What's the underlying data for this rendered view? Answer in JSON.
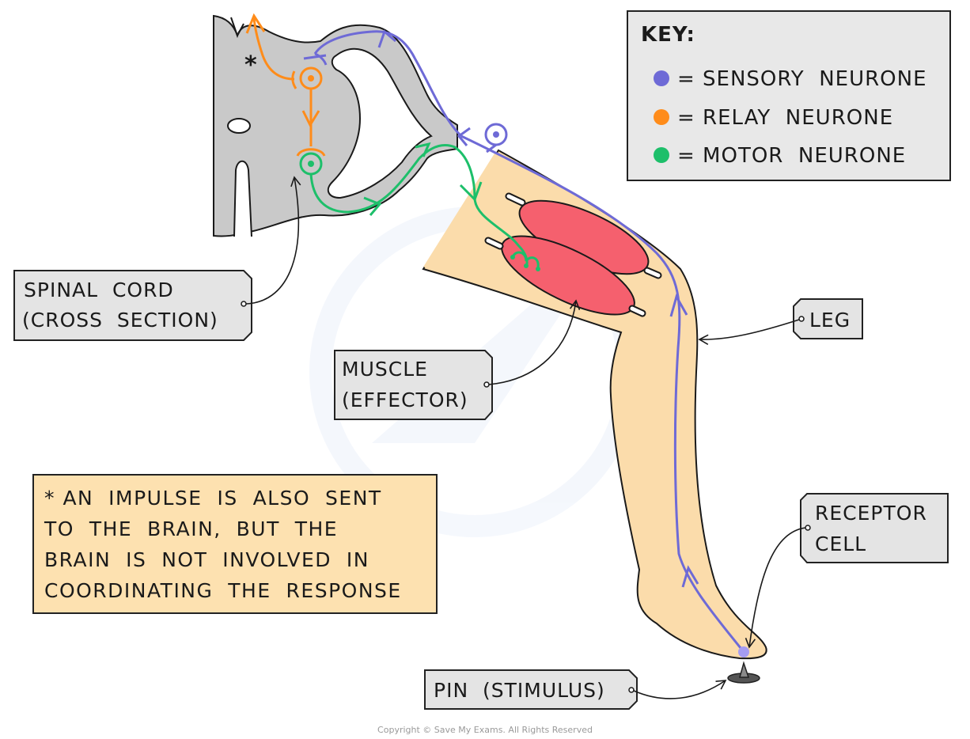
{
  "title": "Reflex arc diagram",
  "key": {
    "heading": "KEY:",
    "items": [
      {
        "label": "= SENSORY  NEURONE",
        "color": "#6e6ad6"
      },
      {
        "label": "= RELAY  NEURONE",
        "color": "#ff8c1a"
      },
      {
        "label": "= MOTOR  NEURONE",
        "color": "#1dbf6a"
      }
    ]
  },
  "labels": {
    "spinal_cord": [
      "SPINAL  CORD",
      "(CROSS  SECTION)"
    ],
    "muscle": [
      "MUSCLE",
      "(EFFECTOR)"
    ],
    "leg": "LEG",
    "receptor": [
      "RECEPTOR",
      "CELL"
    ],
    "pin": "PIN  (STIMULUS)"
  },
  "note": {
    "lines": [
      "* AN  IMPULSE  IS  ALSO  SENT",
      "TO  THE  BRAIN,  BUT  THE",
      "BRAIN  IS  NOT  INVOLVED  IN",
      "COORDINATING  THE  RESPONSE"
    ]
  },
  "asterisk": "*",
  "copyright": "Copyright © Save My Exams. All Rights Reserved",
  "colors": {
    "sensory": "#6e6ad6",
    "relay": "#ff8c1a",
    "motor": "#1dbf6a",
    "spinal_cord": "#c9c9c9",
    "skin": "#fbdcab",
    "muscle": "#f5606e",
    "tag": "#e4e4e4",
    "note_bg": "#fde1b0"
  }
}
